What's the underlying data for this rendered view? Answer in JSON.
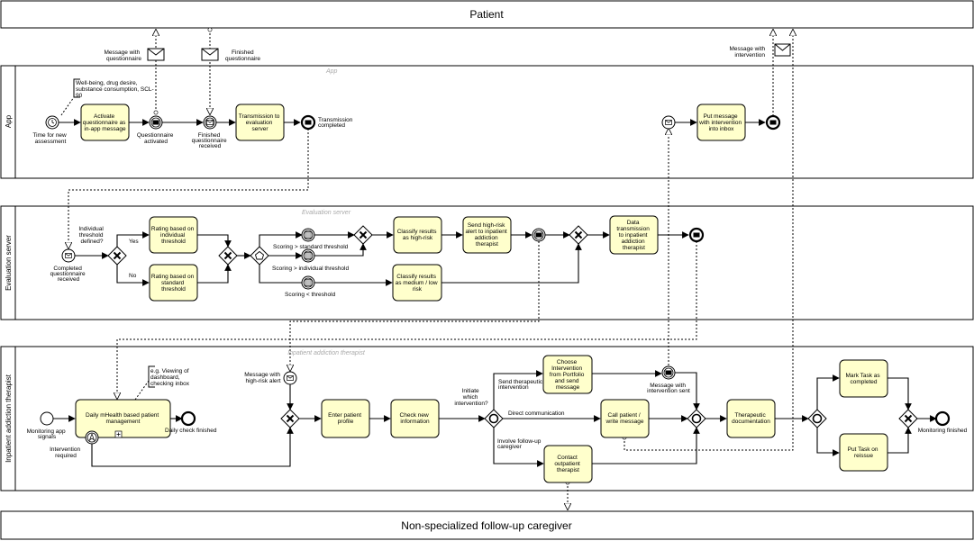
{
  "pools": {
    "patient": "Patient",
    "caregiver": "Non-specialized follow-up caregiver",
    "app": {
      "label": "App",
      "watermark": "App"
    },
    "server": {
      "label": "Evaluation server",
      "watermark": "Evaluation server"
    },
    "therapist": {
      "label": "Inpatient addiction therapist",
      "watermark": "Inpatient addiction therapist"
    }
  },
  "messages": {
    "questionnaire": [
      "Message with",
      "questionnaire"
    ],
    "finished": [
      "Finished",
      "questionnaire"
    ],
    "intervention": [
      "Message with",
      "intervention"
    ]
  },
  "app": {
    "start_label": [
      "Time for new",
      "assessment"
    ],
    "annotation": [
      "Well-being, drug desire,",
      "substance consumption, SCL-",
      "90"
    ],
    "task_activate": [
      "Activate",
      "questionnaire as",
      "in-app message"
    ],
    "event_activated": [
      "Questionnaire",
      "activated"
    ],
    "event_received": [
      "Finished",
      "questionnaire",
      "received"
    ],
    "task_transmission": [
      "Transmission to",
      "evaluation",
      "server"
    ],
    "end_transmission": [
      "Transmission",
      "completed"
    ],
    "task_inbox": [
      "Put message",
      "with intervention",
      "into inbox"
    ]
  },
  "server": {
    "start_label": [
      "Completed",
      "questionnaire",
      "received"
    ],
    "gateway_label": [
      "Individual",
      "threshold",
      "defined?"
    ],
    "yes": "Yes",
    "no": "No",
    "task_individual": [
      "Rating based on",
      "individual",
      "threshold"
    ],
    "task_standard": [
      "Rating based on",
      "standard",
      "threshold"
    ],
    "cond_standard": "Scoring > standard threshold",
    "cond_individual": "Scoring > individual threshold",
    "cond_lower": "Scoring < threshold",
    "task_high": [
      "Classify results",
      "as high-risk"
    ],
    "task_alert": [
      "Send high-risk",
      "alert to inpatient",
      "addiction",
      "therapist"
    ],
    "task_medium": [
      "Classify results",
      "as medium / low",
      "risk"
    ],
    "task_data": [
      "Data",
      "transmission",
      "to inpatient",
      "addiction",
      "therapist"
    ]
  },
  "therapist": {
    "start_label": [
      "Monitoring app",
      "signals"
    ],
    "annotation": [
      "e.g. Viewing of",
      "dashboard,",
      "checking inbox"
    ],
    "task_daily": [
      "Daily mHealth based patient",
      "management"
    ],
    "end_daily": "Daily check finished",
    "boundary_label": [
      "Intervention",
      "required"
    ],
    "msg_alert": [
      "Message with",
      "high-risk alert"
    ],
    "task_profile": [
      "Enter patient",
      "profile"
    ],
    "task_check": [
      "Check new",
      "information"
    ],
    "gateway_label": [
      "Initiate",
      "which",
      "intervention?"
    ],
    "flow_send": [
      "Send therapeutic",
      "intervention"
    ],
    "flow_direct": "Direct communication",
    "flow_involve": [
      "Involve follow-up",
      "caregiver"
    ],
    "task_choose": [
      "Choose",
      "Intervention",
      "from Portfolio",
      "and send",
      "message"
    ],
    "event_sent": [
      "Message with",
      "intervention sent"
    ],
    "task_call": [
      "Call patient /",
      "write message"
    ],
    "task_contact": [
      "Contact",
      "outpatient",
      "therapist"
    ],
    "task_doc": [
      "Therapeutic",
      "documentation"
    ],
    "task_complete": [
      "Mark Task as",
      "completed"
    ],
    "task_resissue": [
      "Put Task on",
      "reissue"
    ],
    "end_label": "Monitoring finished"
  }
}
